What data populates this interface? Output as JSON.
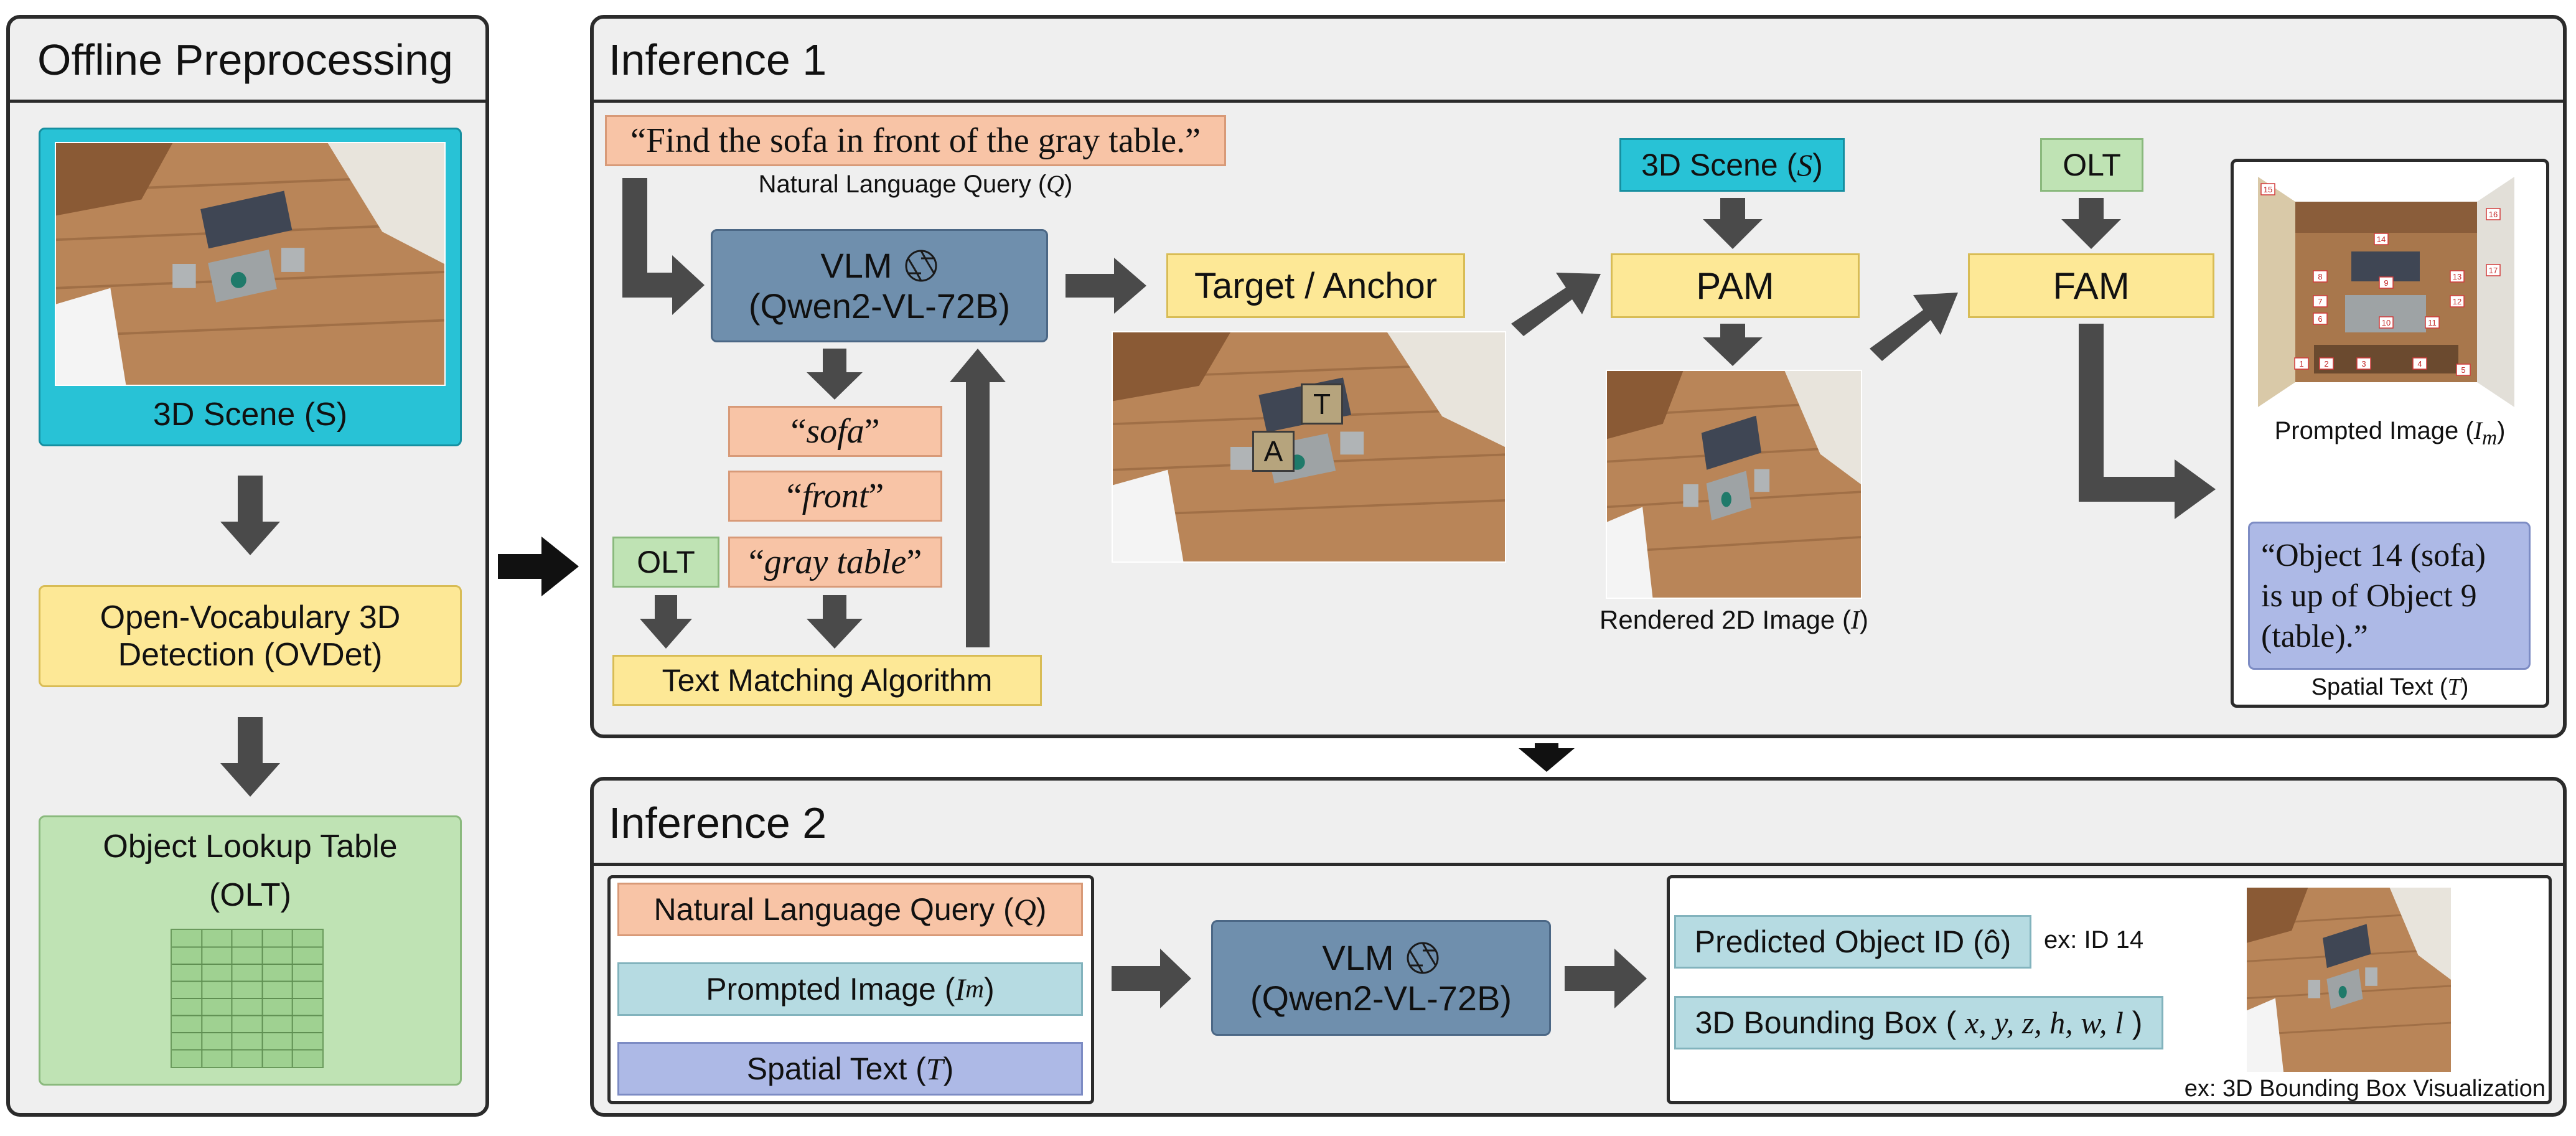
{
  "panels": {
    "offline": {
      "title": "Offline Preprocessing"
    },
    "inference1": {
      "title": "Inference 1"
    },
    "inference2": {
      "title": "Inference 2"
    }
  },
  "offline": {
    "scene_label": "3D Scene (S)",
    "ovdet_line1": "Open-Vocabulary 3D",
    "ovdet_line2": "Detection (OVDet)",
    "olt_line1": "Object Lookup Table",
    "olt_line2": "(OLT)"
  },
  "inference1": {
    "query_text": "“Find the sofa in front of the gray table.”",
    "query_caption": "Natural Language Query",
    "query_symbol": "Q",
    "vlm_line1": "VLM",
    "vlm_line2": "(Qwen2-VL-72B)",
    "token_sofa": "sofa",
    "token_front": "front",
    "token_gray_table": "gray table",
    "olt_label": "OLT",
    "text_matching": "Text Matching Algorithm",
    "target_anchor": "Target / Anchor",
    "marker_target": "T",
    "marker_anchor": "A",
    "scene_label": "3D Scene",
    "scene_symbol": "S",
    "pam": "PAM",
    "rendered_caption": "Rendered 2D Image",
    "rendered_symbol": "I",
    "olt_label_2": "OLT",
    "fam": "FAM",
    "prompted_caption": "Prompted Image",
    "prompted_symbol": "I",
    "prompted_subscript": "m",
    "spatial_line1": "“Object 14 (sofa)",
    "spatial_line2": "is up of Object 9",
    "spatial_line3": "(table).”",
    "spatial_caption": "Spatial Text",
    "spatial_symbol": "T"
  },
  "inference2": {
    "query": "Natural Language Query",
    "query_symbol": "Q",
    "prompted": "Prompted Image",
    "prompted_symbol": "I",
    "prompted_subscript": "m",
    "spatial": "Spatial Text",
    "spatial_symbol": "T",
    "vlm_line1": "VLM",
    "vlm_line2": "(Qwen2-VL-72B)",
    "predicted": "Predicted Object ID (ô)",
    "example_id": "ex: ID 14",
    "bbox_label": "3D Bounding Box",
    "bbox_params": "x, y, z, h, w, l",
    "visualization_caption": "ex: 3D Bounding Box Visualization"
  },
  "prompted_ids": [
    "16",
    "14",
    "17",
    "8",
    "9",
    "13",
    "7",
    "12",
    "6",
    "10",
    "11",
    "1",
    "2",
    "3",
    "4",
    "5",
    "15"
  ],
  "colors": {
    "border": "#2b2b2b",
    "panel_bg": "#efefef",
    "arrow": "#4a4a4a",
    "yellow": "#fde896",
    "peach": "#f8c4a6",
    "green": "#bfe3b4",
    "cyan": "#28c2d6",
    "lightblue": "#b6dbe2",
    "lavender": "#adb9e6",
    "vlm": "#6f8fad"
  },
  "icons": [
    "aperture-icon"
  ]
}
